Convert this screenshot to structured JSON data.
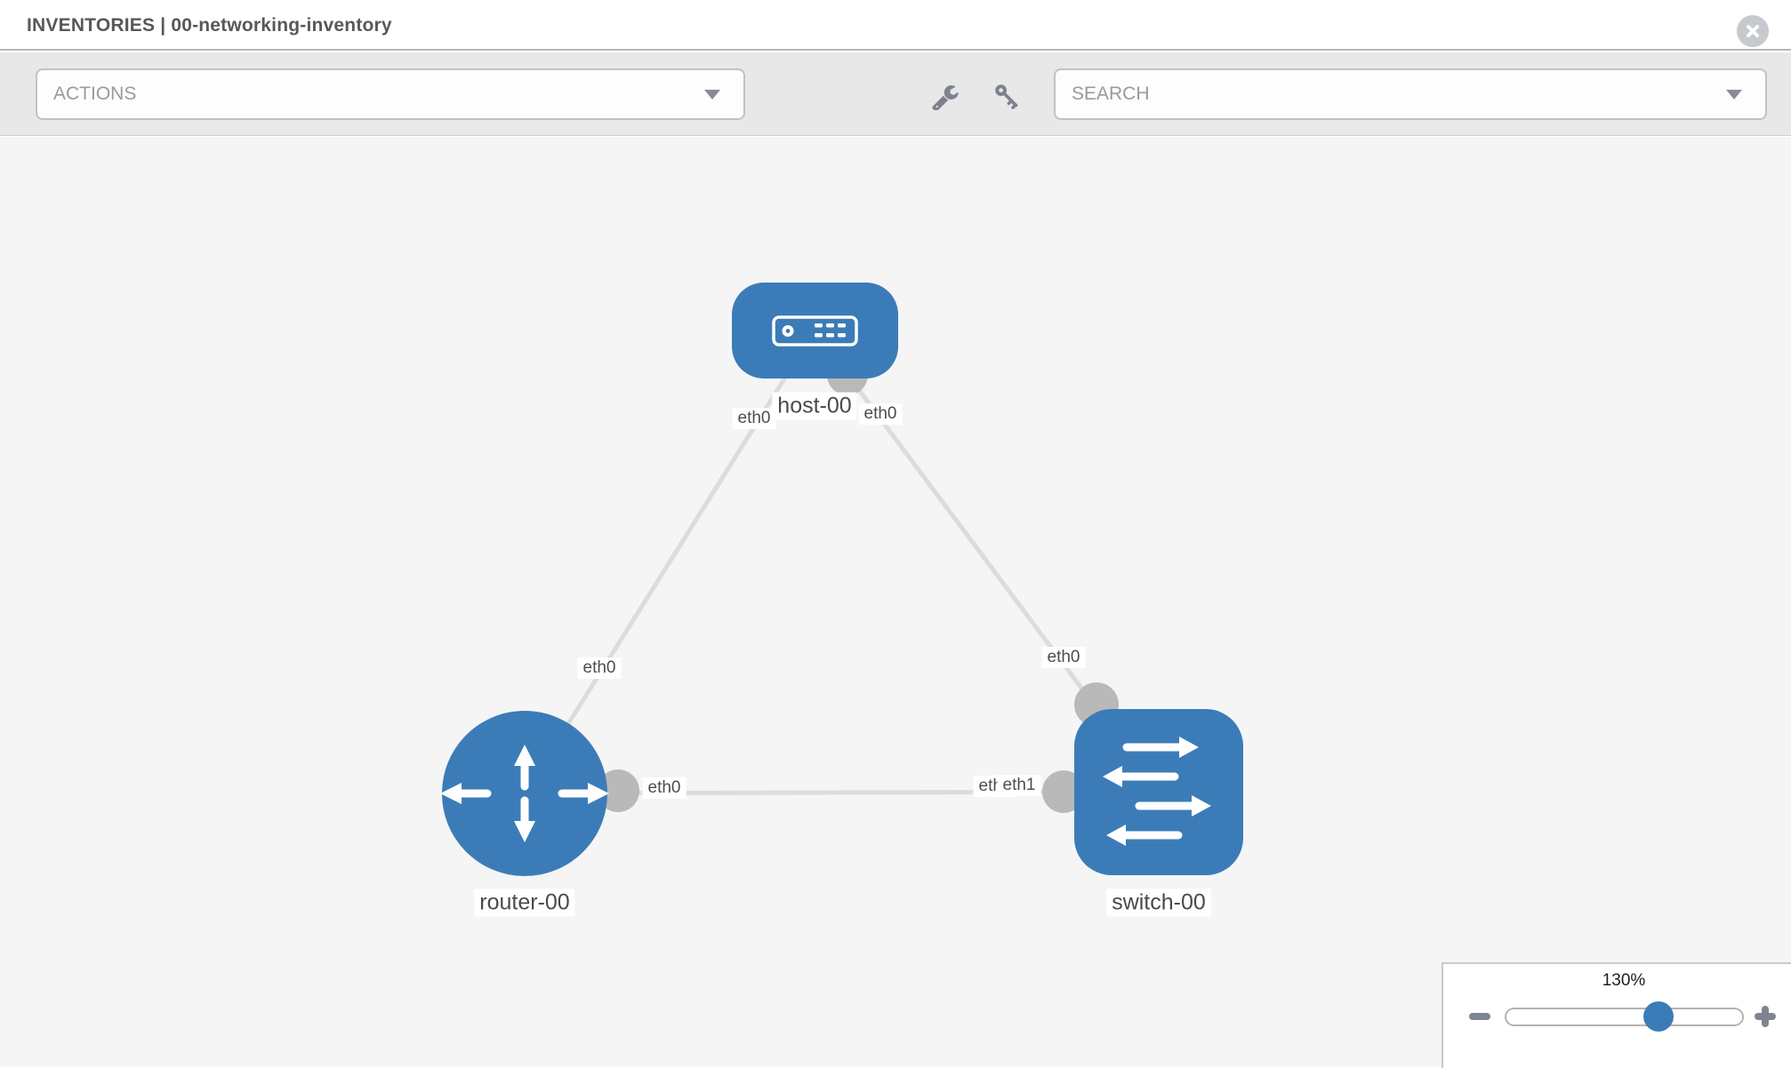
{
  "header": {
    "title": "INVENTORIES | 00-networking-inventory"
  },
  "toolbar": {
    "actions_label": "ACTIONS",
    "search_placeholder": "SEARCH"
  },
  "diagram": {
    "nodes": [
      {
        "id": "host-00",
        "type": "host",
        "label": "host-00"
      },
      {
        "id": "router-00",
        "type": "router",
        "label": "router-00"
      },
      {
        "id": "switch-00",
        "type": "switch",
        "label": "switch-00"
      }
    ],
    "links": [
      {
        "source": "host-00",
        "source_interface": "eth0",
        "target": "router-00",
        "target_interface": "eth0"
      },
      {
        "source": "host-00",
        "source_interface": "eth0",
        "target": "switch-00",
        "target_interface": "eth0"
      },
      {
        "source": "router-00",
        "source_interface": "eth0",
        "target": "switch-00",
        "target_interface": "eth1"
      }
    ],
    "interface_labels": {
      "host_left": "eth0",
      "host_right": "eth0",
      "link_to_router_mid": "eth0",
      "link_to_switch_mid": "eth0",
      "router_right": "eth0",
      "switch_left_back": "eth0",
      "switch_left_front": "eth1"
    }
  },
  "zoom_control": {
    "level": "130%"
  },
  "colors": {
    "node_blue": "#3b7cb8",
    "link_gray": "#dcdcdc",
    "interface_gray": "#b9b9b9",
    "canvas_bg": "#f5f5f5",
    "toolbar_bg": "#e8e8e8"
  }
}
